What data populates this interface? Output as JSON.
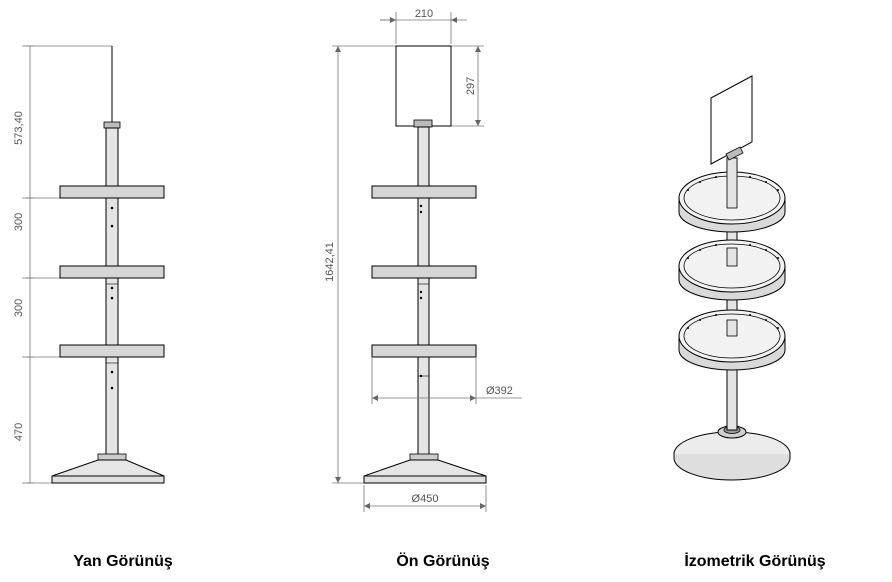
{
  "side_view": {
    "caption": "Yan Görünüş",
    "dims": [
      "573,40",
      "300",
      "300",
      "470"
    ]
  },
  "front_view": {
    "caption": "Ön Görünüş",
    "dims": {
      "sign_width": "210",
      "sign_height": "297",
      "total_height": "1642,41",
      "tray_diameter": "Ø392",
      "base_diameter": "Ø450"
    }
  },
  "iso_view": {
    "caption": "İzometrik Görünüş"
  },
  "colors": {
    "shelf": "#d6d6d6",
    "pole": "#e4e4e4",
    "outline": "#000000",
    "dimension": "#777777"
  }
}
